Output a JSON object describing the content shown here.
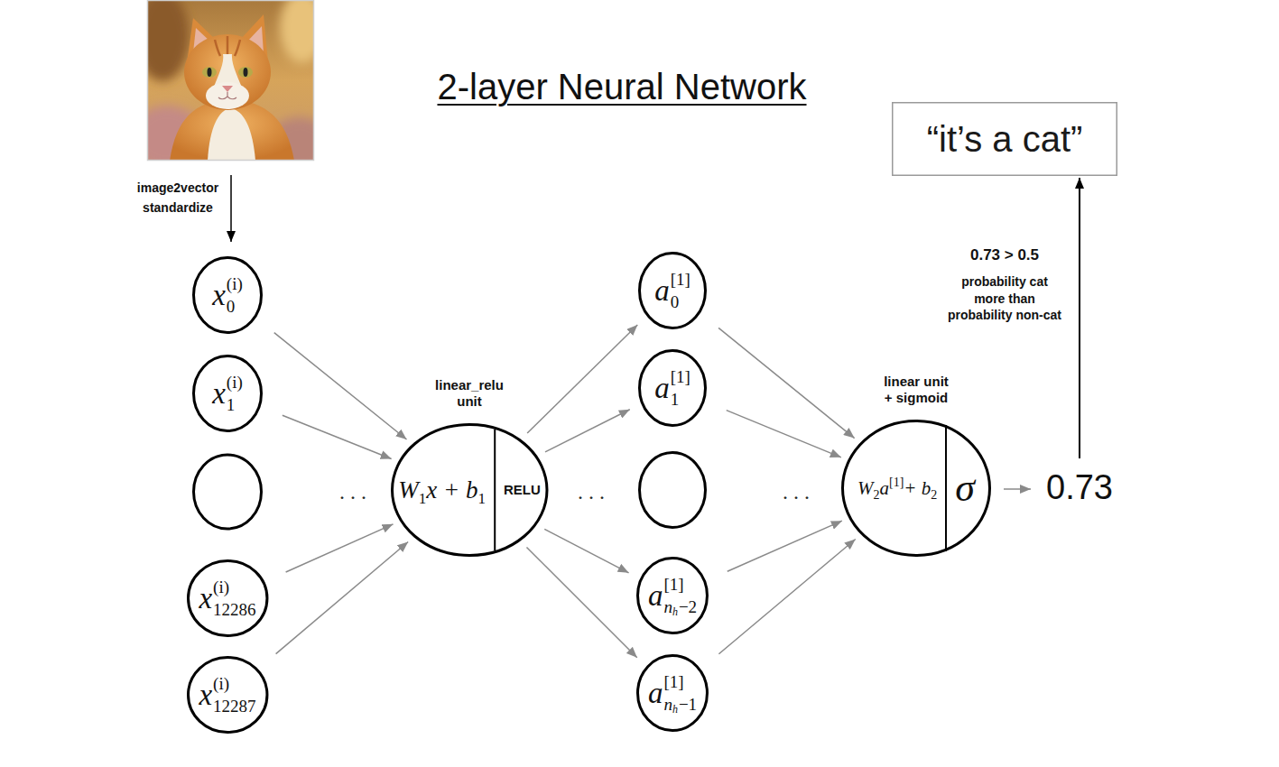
{
  "diagram": {
    "title": "2-layer Neural Network",
    "nodes": [
      {
        "text": [
          "x",
          "(i)",
          "0"
        ]
      },
      {
        "text": [
          "x",
          "(i)",
          "1"
        ]
      },
      {
        "text": [
          "x",
          "(i)",
          "12286"
        ]
      },
      {
        "text": [
          "x",
          "(i)",
          "12287"
        ]
      },
      {
        "text": [
          "linear_relu unit",
          "W",
          "1",
          "x + b",
          "1",
          "RELU"
        ]
      },
      {
        "text": [
          "a",
          "[1]",
          "0"
        ]
      },
      {
        "text": [
          "a",
          "[1]",
          "1"
        ]
      },
      {
        "text": [
          "a",
          "[1]",
          "n",
          "h",
          "−2"
        ]
      },
      {
        "text": [
          "a",
          "[1]",
          "n",
          "h",
          "−1"
        ]
      },
      {
        "text": [
          "linear unit + sigmoid",
          "W",
          "2",
          "a",
          "[1]",
          "+ b",
          "2",
          "σ"
        ]
      },
      {
        "text": [
          "“it’s a cat”"
        ]
      }
    ],
    "edges": [
      {
        "from": 0,
        "to": 4,
        "arrow": "to"
      },
      {
        "from": 1,
        "to": 4,
        "arrow": "to"
      },
      {
        "from": 2,
        "to": 4,
        "arrow": "to"
      },
      {
        "from": 3,
        "to": 4,
        "arrow": "to"
      },
      {
        "from": 4,
        "to": 5,
        "arrow": "to"
      },
      {
        "from": 4,
        "to": 6,
        "arrow": "to"
      },
      {
        "from": 4,
        "to": 7,
        "arrow": "to"
      },
      {
        "from": 4,
        "to": 8,
        "arrow": "to"
      },
      {
        "from": 5,
        "to": 9,
        "arrow": "to"
      },
      {
        "from": 6,
        "to": 9,
        "arrow": "to"
      },
      {
        "from": 7,
        "to": 9,
        "arrow": "to"
      },
      {
        "from": 8,
        "to": 9,
        "arrow": "to"
      }
    ],
    "labels": [
      "image2vector standardize",
      ". . .",
      ". . .",
      ". . .",
      "0.73",
      "0.73 > 0.5",
      "probability cat more than probability non-cat"
    ]
  }
}
